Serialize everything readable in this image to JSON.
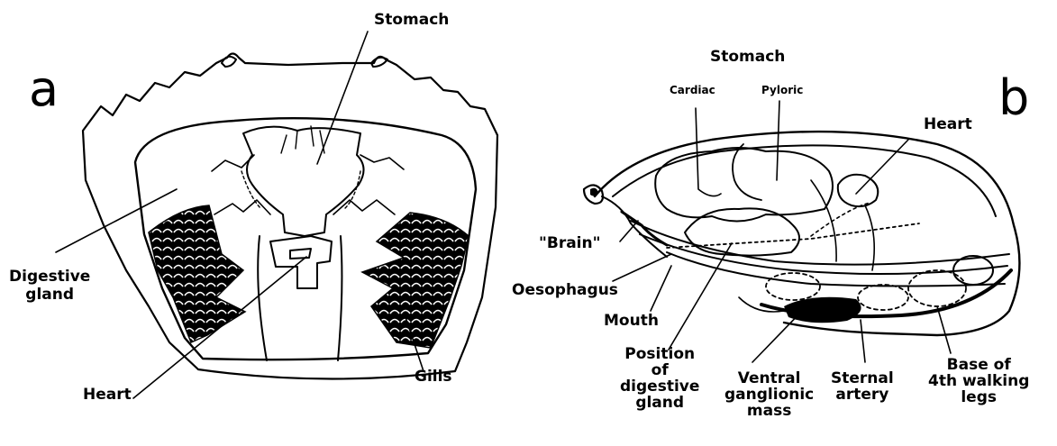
{
  "panel_a": {
    "letter": "a",
    "labels": {
      "stomach": "Stomach",
      "digestive_gland": "Digestive\ngland",
      "heart": "Heart",
      "gills": "Gills"
    }
  },
  "panel_b": {
    "letter": "b",
    "labels": {
      "stomach": "Stomach",
      "cardiac": "Cardiac",
      "pyloric": "Pyloric",
      "heart": "Heart",
      "brain": "\"Brain\"",
      "oesophagus": "Oesophagus",
      "mouth": "Mouth",
      "position_digestive_gland": "Position\nof\ndigestive\ngland",
      "ventral_ganglionic_mass": "Ventral\nganglionic\nmass",
      "sternal_artery": "Sternal\nartery",
      "base_4th_walking_legs": "Base of\n4th walking\nlegs"
    }
  },
  "colors": {
    "ink": "#000000",
    "background": "#ffffff"
  }
}
